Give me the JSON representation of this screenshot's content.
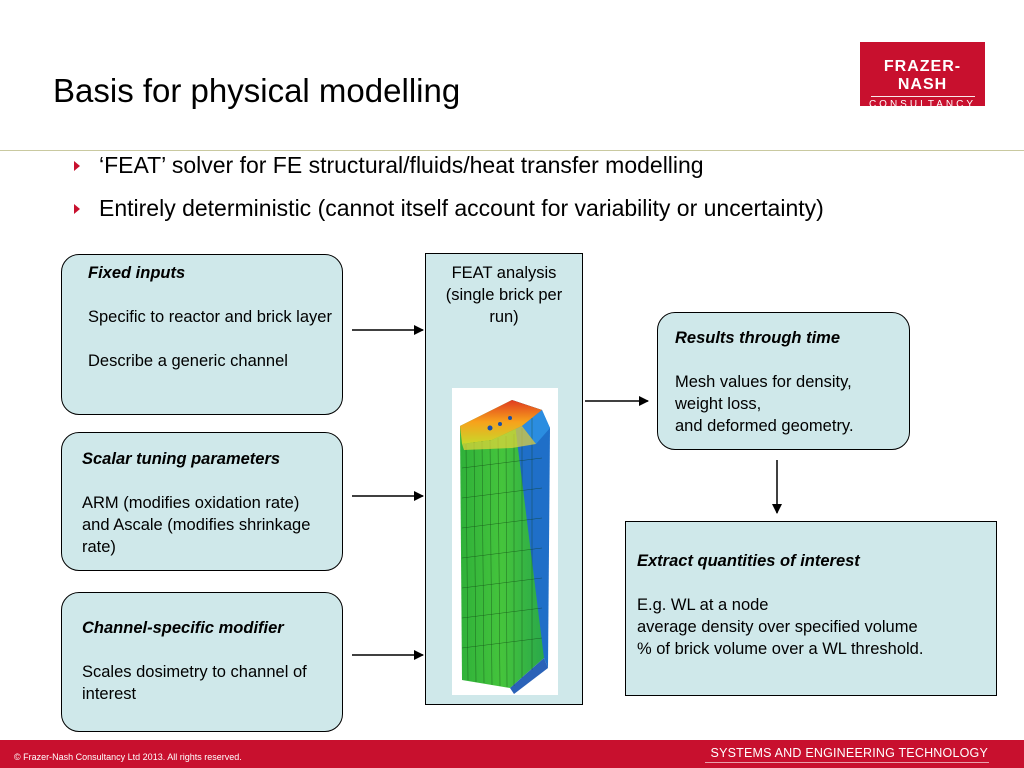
{
  "title": "Basis for physical modelling",
  "logo": {
    "line1": "FRAZER-NASH",
    "line2": "CONSULTANCY"
  },
  "bullets": [
    "‘FEAT’ solver for FE structural/fluids/heat transfer modelling",
    "Entirely deterministic (cannot itself account for variability or uncertainty)"
  ],
  "inputs": {
    "fixed": {
      "heading": "Fixed inputs",
      "lines": [
        "Specific to reactor and brick layer",
        "Describe a generic channel"
      ]
    },
    "scalar": {
      "heading": "Scalar tuning parameters",
      "lines": [
        "ARM (modifies oxidation rate) and Ascale (modifies shrinkage rate)"
      ]
    },
    "channel": {
      "heading": "Channel-specific modifier",
      "lines": [
        "Scales dosimetry to channel of interest"
      ]
    }
  },
  "feat": {
    "label": "FEAT analysis (single brick per run)"
  },
  "results": {
    "heading": "Results through time",
    "lines": [
      "Mesh values for density,",
      "weight loss,",
      "and deformed geometry."
    ]
  },
  "extract": {
    "heading": "Extract quantities of interest",
    "lines": [
      "E.g. WL at a node",
      "average density over specified volume",
      "% of brick volume over  a WL threshold."
    ]
  },
  "footer": {
    "copyright": "© Frazer-Nash Consultancy Ltd 2013.  All rights reserved.",
    "tagline": "SYSTEMS AND ENGINEERING TECHNOLOGY"
  },
  "colors": {
    "accent": "#c8102e",
    "box_fill": "#cfe8ea"
  }
}
